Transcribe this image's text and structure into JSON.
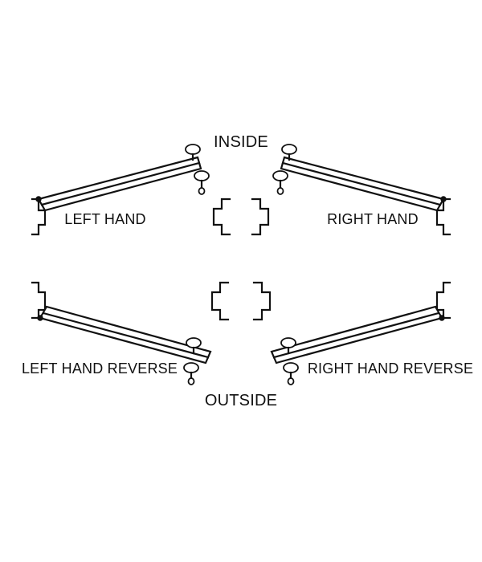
{
  "labels": {
    "inside": "INSIDE",
    "outside": "OUTSIDE",
    "left_hand": "LEFT HAND",
    "right_hand": "RIGHT HAND",
    "left_hand_reverse": "LEFT HAND REVERSE",
    "right_hand_reverse": "RIGHT HAND REVERSE"
  },
  "colors": {
    "line": "#111111",
    "background": "#ffffff"
  }
}
